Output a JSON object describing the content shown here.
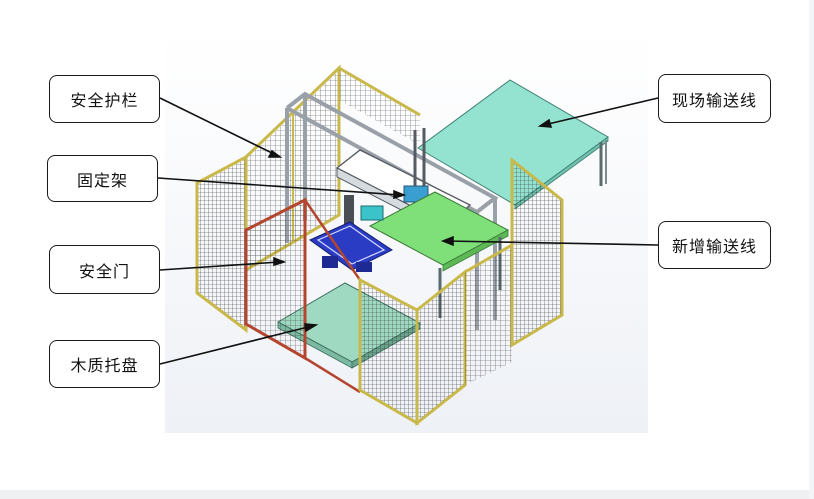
{
  "labels": {
    "guardrail": "安全护栏",
    "fixed_frame": "固定架",
    "safety_door": "安全门",
    "wooden_pallet": "木质托盘",
    "site_conveyor": "现场输送线",
    "new_conveyor": "新增输送线"
  },
  "colors": {
    "fence_frame": "#c9b84a",
    "fence_mesh": "#3a3a3a",
    "door_frame": "#b4452f",
    "conveyor_cyan": "#93e3d0",
    "conveyor_green": "#7fe07a",
    "pallet": "#9fd9c2",
    "robot_blue": "#2b3cc4",
    "steel": "#9aa0a8"
  }
}
